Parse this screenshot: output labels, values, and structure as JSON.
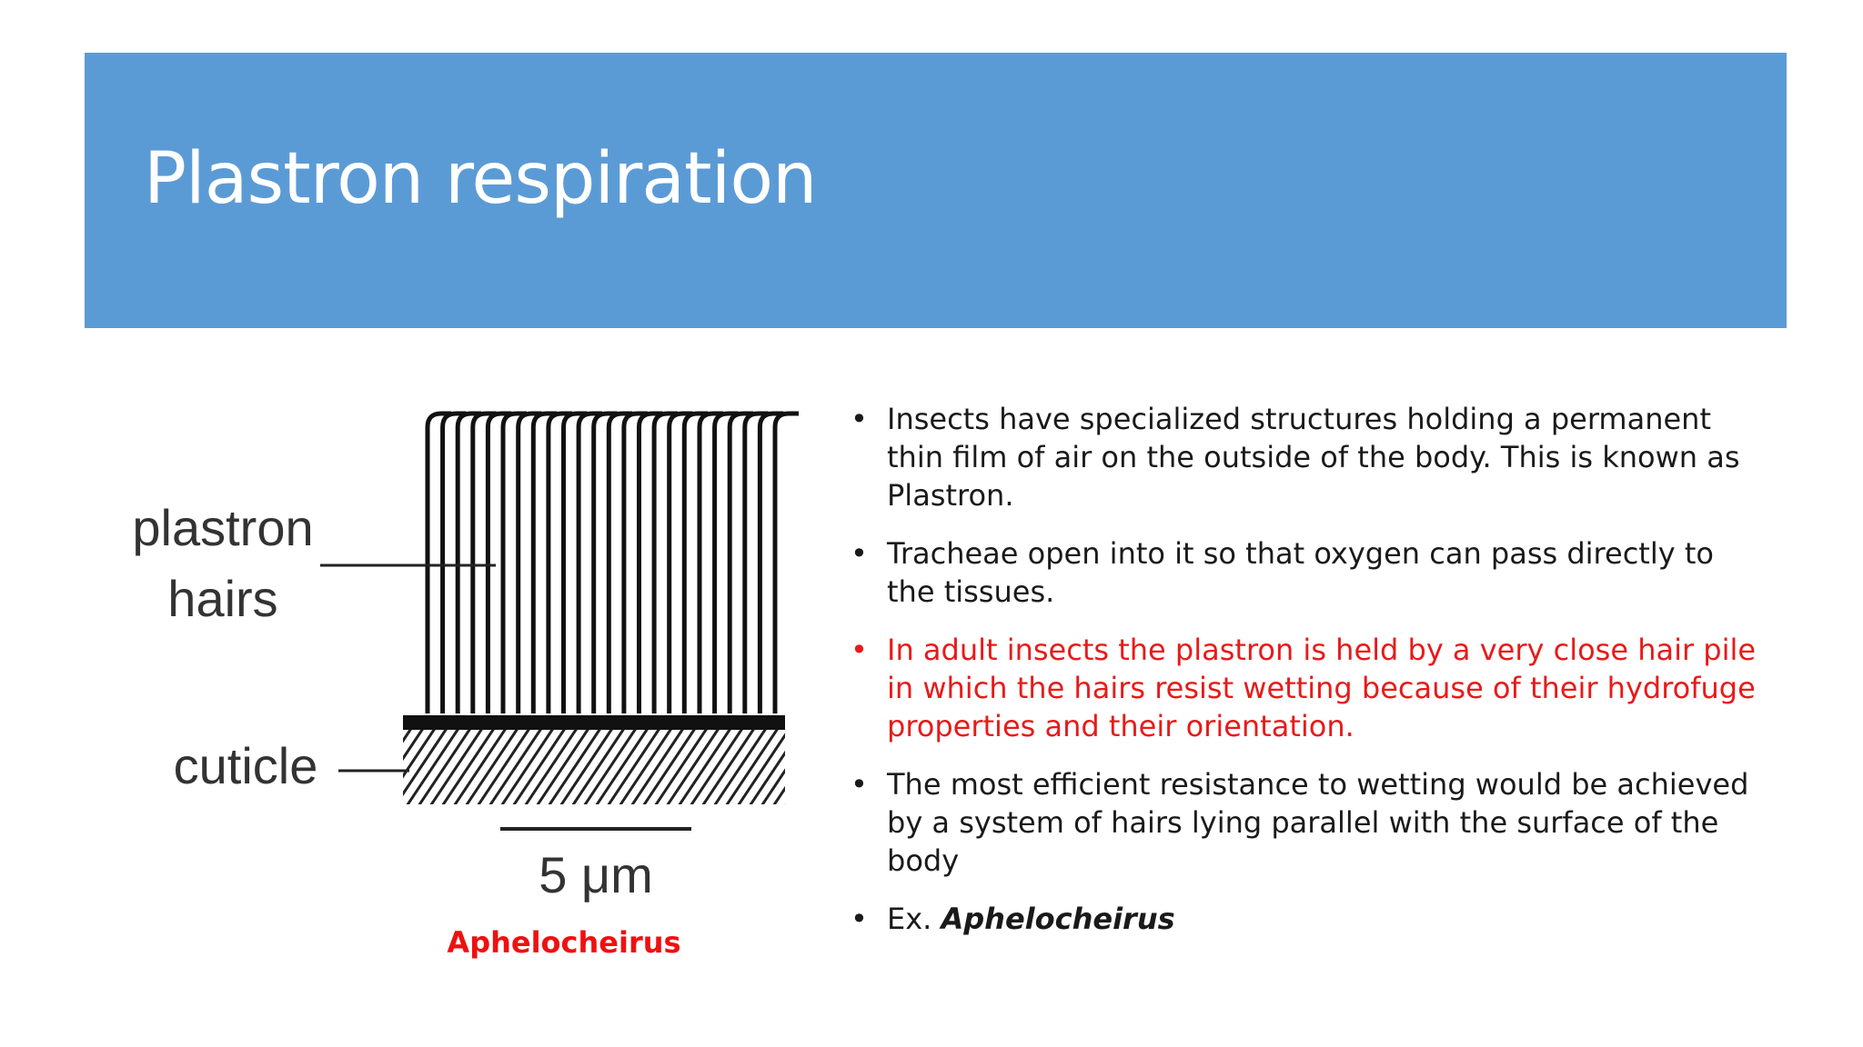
{
  "slide": {
    "title": "Plastron respiration"
  },
  "figure": {
    "label_plastron": "plastron",
    "label_hairs": "hairs",
    "label_cuticle": "cuticle",
    "scale_label": "5 μm",
    "caption": "Aphelocheirus"
  },
  "bullets": [
    {
      "text": " Insects have specialized structures holding a permanent thin film of air on the outside of the body. This is known as Plastron."
    },
    {
      "text": "Tracheae open into it so that oxygen can pass directly to the tissues."
    },
    {
      "text": "In adult insects the plastron is held by a very close hair pile in which the hairs resist wetting because of their hydrofuge properties and their orientation."
    },
    {
      "text": "The most efficient resistance to wetting would be achieved by a system of hairs lying parallel with the surface of the body"
    },
    {
      "prefix": "Ex. ",
      "emphasis": "Aphelocheirus"
    }
  ],
  "bullet_symbol": "•",
  "colors": {
    "header": "#5b9bd5",
    "highlight": "#e81a1a"
  }
}
